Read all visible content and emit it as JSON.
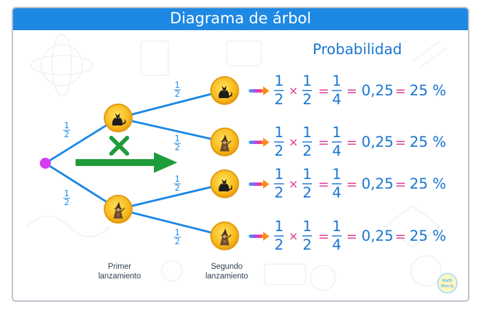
{
  "title": "Diagrama de árbol",
  "probability_heading": "Probabilidad",
  "branch_prob": {
    "numerator": "1",
    "denominator": "2"
  },
  "stage_labels": {
    "first": [
      "Primer",
      "lanzamiento"
    ],
    "second": [
      "Segundo",
      "lanzamiento"
    ]
  },
  "outcome_icons": [
    "cat-icon",
    "witch-icon"
  ],
  "equation": {
    "factor_a": {
      "numerator": "1",
      "denominator": "2"
    },
    "times": "×",
    "factor_b": {
      "numerator": "1",
      "denominator": "2"
    },
    "equals": "=",
    "result": {
      "numerator": "1",
      "denominator": "4"
    },
    "decimal": "0,25",
    "percent": "25 %"
  },
  "rows": [
    {
      "outcome": "cat-icon"
    },
    {
      "outcome": "witch-icon"
    },
    {
      "outcome": "cat-icon"
    },
    {
      "outcome": "witch-icon"
    }
  ],
  "colors": {
    "title_bar": "#1e88e5",
    "branch": "#1e88e5",
    "root": "#d63af0",
    "numbers": "#1976d2",
    "operators": "#e0368c",
    "arrow": "#1e9b3a",
    "cross": "#1e9b3a"
  },
  "logo_text": "Math Morris"
}
